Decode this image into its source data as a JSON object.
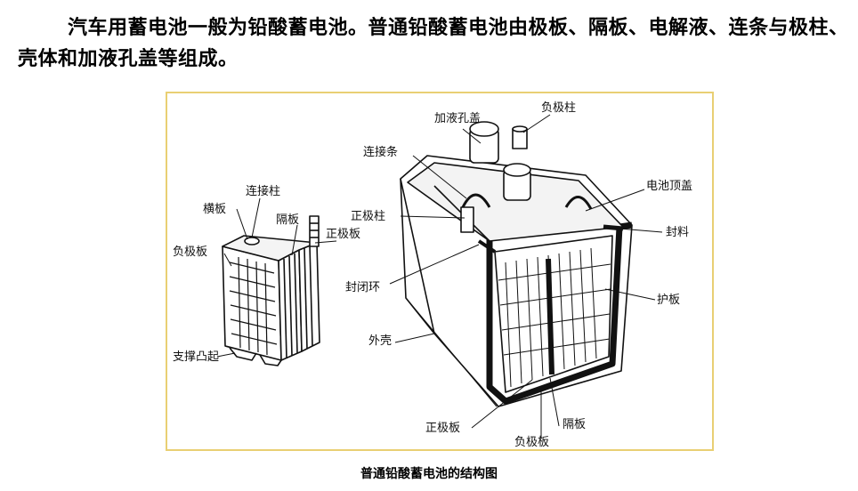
{
  "intro_text": "汽车用蓄电池一般为铅酸蓄电池。普通铅酸蓄电池由极板、隔板、电解液、连条与极柱、壳体和加液孔盖等组成。",
  "labels": {
    "fill_cap": "加液孔盖",
    "negative_post": "负极柱",
    "connector_strap": "连接条",
    "battery_cover": "电池顶盖",
    "positive_post": "正极柱",
    "sealant": "封料",
    "seal_ring": "封闭环",
    "guard_plate": "护板",
    "outer_case": "外壳",
    "positive_plate_bottom": "正极板",
    "separator_bottom": "隔板",
    "negative_plate_bottom": "负极板",
    "cross_bar": "横板",
    "connecting_post": "连接柱",
    "separator_left": "隔板",
    "positive_plate_left": "正极板",
    "negative_plate_left": "负极板",
    "support_rib": "支撑凸起"
  },
  "caption": "普通铅酸蓄电池的结构图"
}
